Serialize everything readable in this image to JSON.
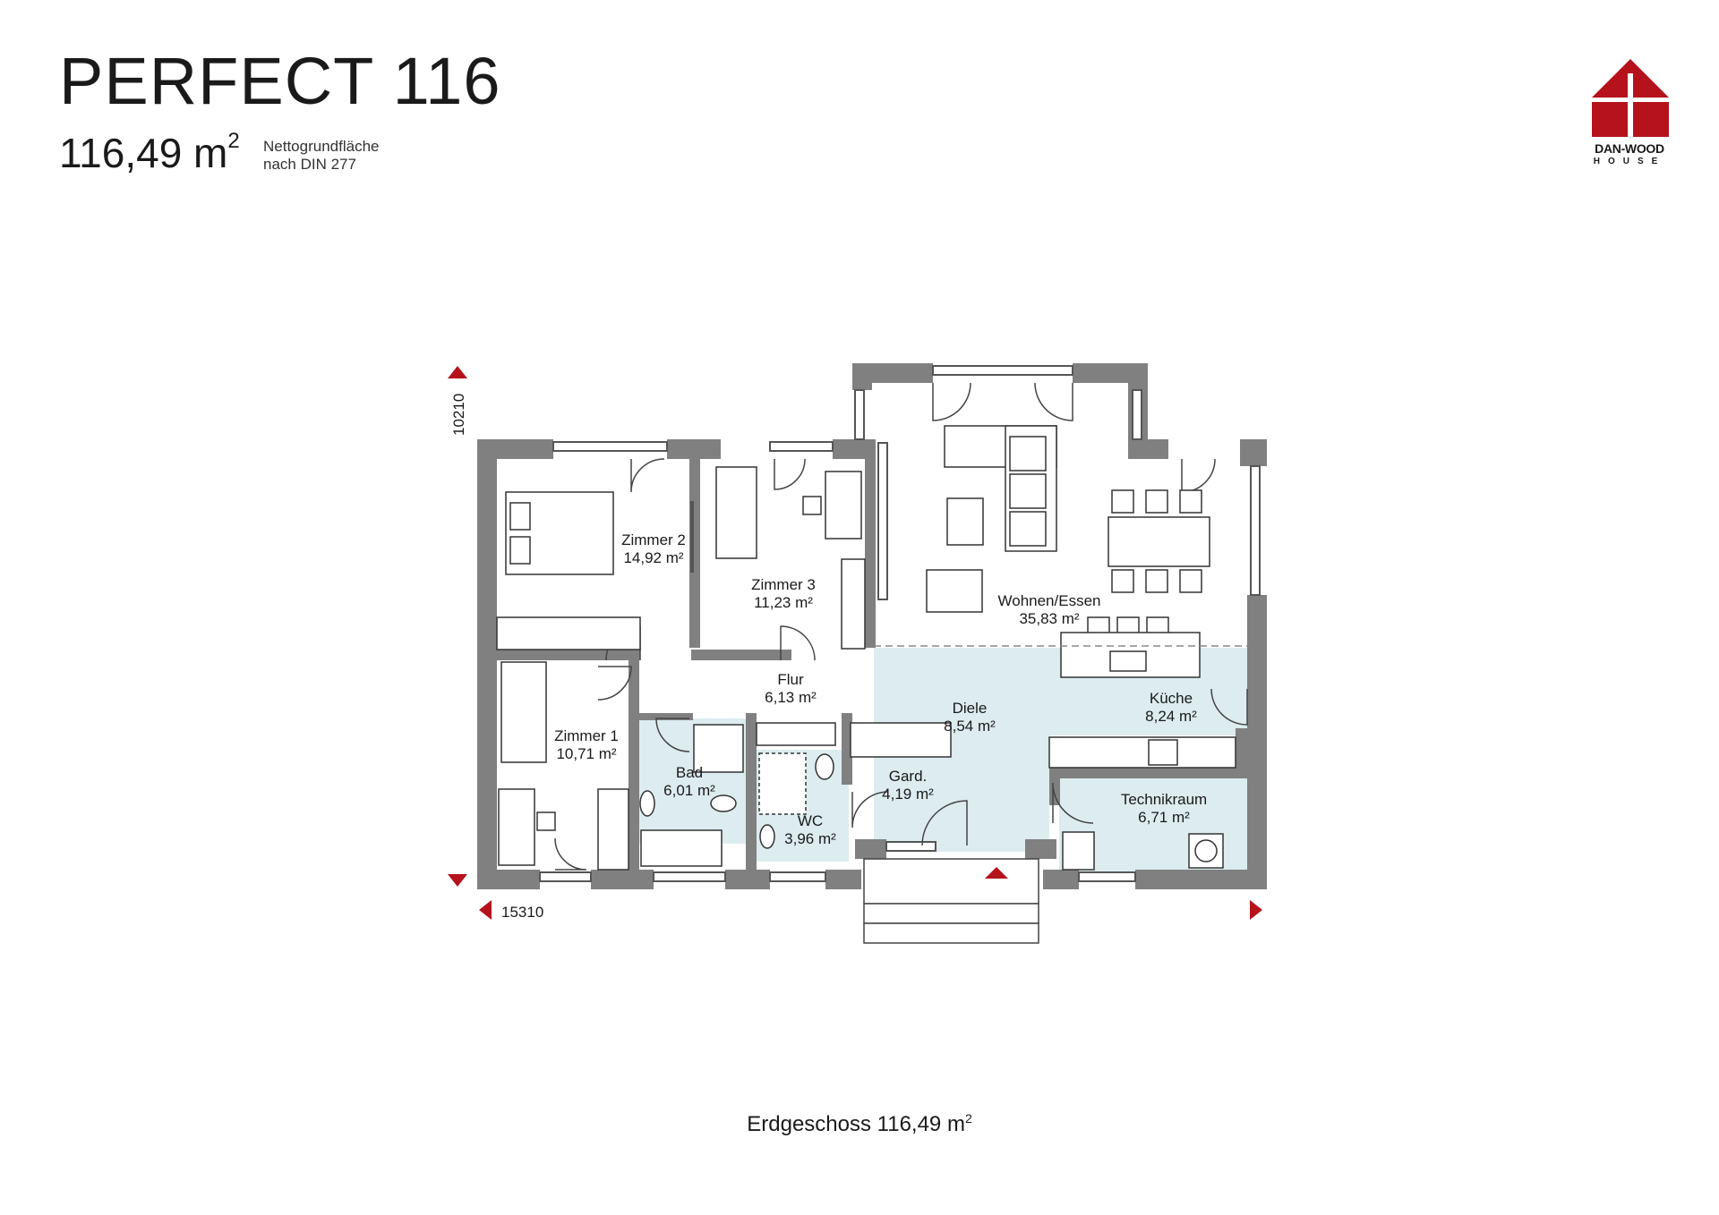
{
  "header": {
    "title": "PERFECT 116",
    "area_value": "116,49 m",
    "area_unit_sup": "2",
    "area_note_line1": "Nettogrundfläche",
    "area_note_line2": "nach DIN 277"
  },
  "logo": {
    "name": "DAN-WOOD",
    "sub": "HOUSE",
    "icon": "house-cross-logo-icon",
    "color": "#b5121b"
  },
  "dimensions": {
    "depth": "10210",
    "width": "15310"
  },
  "rooms": [
    {
      "id": "zimmer-2",
      "name": "Zimmer 2",
      "area": "14,92 m²"
    },
    {
      "id": "zimmer-3",
      "name": "Zimmer 3",
      "area": "11,23 m²"
    },
    {
      "id": "wohnen-essen",
      "name": "Wohnen/Essen",
      "area": "35,83 m²"
    },
    {
      "id": "flur",
      "name": "Flur",
      "area": "6,13 m²"
    },
    {
      "id": "zimmer-1",
      "name": "Zimmer 1",
      "area": "10,71 m²"
    },
    {
      "id": "diele",
      "name": "Diele",
      "area": "8,54 m²"
    },
    {
      "id": "kueche",
      "name": "Küche",
      "area": "8,24 m²"
    },
    {
      "id": "bad",
      "name": "Bad",
      "area": "6,01 m²"
    },
    {
      "id": "gard",
      "name": "Gard.",
      "area": "4,19 m²"
    },
    {
      "id": "technikraum",
      "name": "Technikraum",
      "area": "6,71 m²"
    },
    {
      "id": "wc",
      "name": "WC",
      "area": "3,96 m²"
    }
  ],
  "colors": {
    "wall": "#808080",
    "tile": "#dcecef",
    "accent": "#b5121b"
  },
  "footer": {
    "label": "Erdgeschoss 116,49 m",
    "sup": "2"
  }
}
